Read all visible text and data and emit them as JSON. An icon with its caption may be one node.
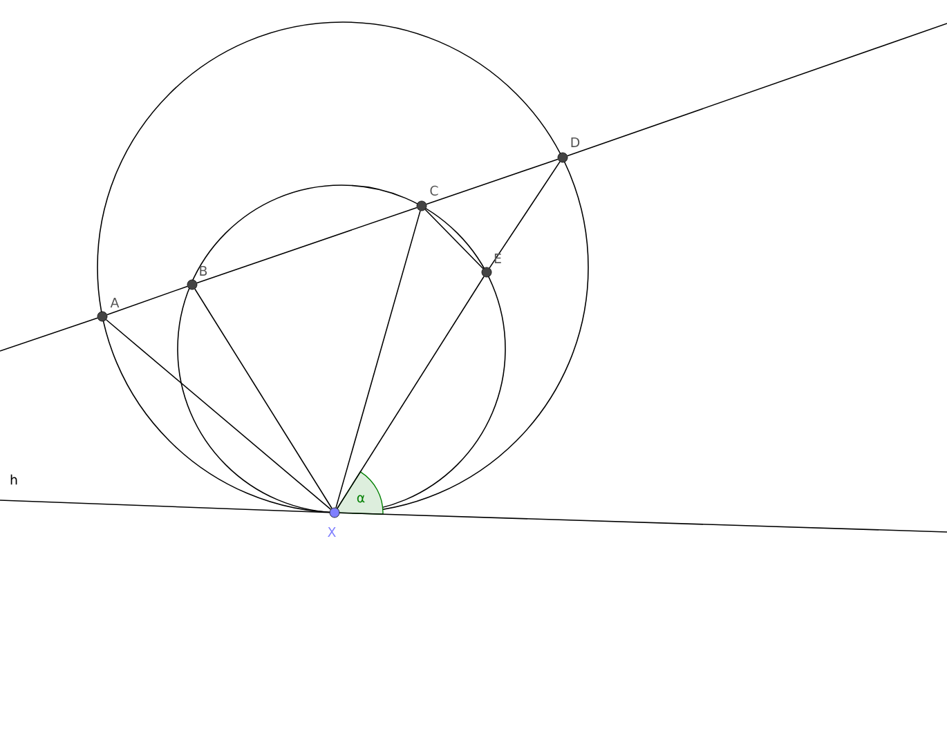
{
  "diagram": {
    "nodes": [
      {
        "text": [],
        "shape": "circle",
        "beside": [
          "A"
        ]
      },
      {
        "text": [],
        "shape": "circle",
        "beside": [
          "B"
        ]
      },
      {
        "text": [],
        "shape": "circle",
        "beside": [
          "C"
        ]
      },
      {
        "text": [],
        "shape": "circle",
        "beside": [
          "D"
        ]
      },
      {
        "text": [],
        "shape": "circle",
        "beside": [
          "E"
        ]
      },
      {
        "text": [],
        "shape": "circle",
        "beside": [
          "X"
        ]
      }
    ],
    "edges": [
      {
        "from": null,
        "to": 0,
        "arrow": "none"
      },
      {
        "from": 0,
        "to": 1,
        "arrow": "none"
      },
      {
        "from": 1,
        "to": 2,
        "arrow": "none"
      },
      {
        "from": 2,
        "to": 3,
        "arrow": "none"
      },
      {
        "from": 3,
        "to": null,
        "arrow": "none"
      },
      {
        "from": 0,
        "to": 5,
        "arrow": "none"
      },
      {
        "from": 1,
        "to": 5,
        "arrow": "none"
      },
      {
        "from": 2,
        "to": 5,
        "arrow": "none"
      },
      {
        "from": 4,
        "to": 5,
        "arrow": "none"
      },
      {
        "from": 2,
        "to": 4,
        "arrow": "none"
      },
      {
        "from": 3,
        "to": 4,
        "arrow": "none"
      },
      {
        "from": null,
        "to": 5,
        "arrow": "none"
      },
      {
        "from": 5,
        "to": null,
        "arrow": "none"
      }
    ],
    "labels": [
      "h",
      "α"
    ]
  }
}
